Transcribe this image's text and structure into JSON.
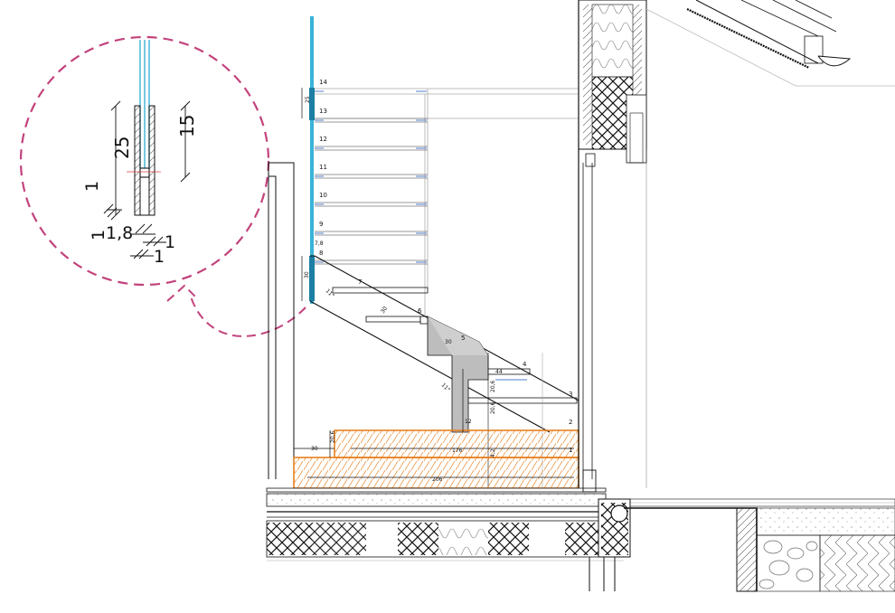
{
  "colors": {
    "line": "#111111",
    "thin": "#9a9a9a",
    "glass": "#39b3d7",
    "glass_dark": "#1c7ea3",
    "blue_dim": "#4f7fcf",
    "callout": "#c2437c",
    "wood": "#e8801f",
    "concrete": "#bdbdbd",
    "red_dim": "#d94040"
  },
  "detail": {
    "label_25": "25",
    "label_15": "15",
    "label_1_top": "1",
    "label_1_left": "1",
    "label_18": "1,8",
    "label_1_right": "1",
    "label_1_bottom": "1"
  },
  "stair": {
    "step_numbers": [
      "14",
      "13",
      "12",
      "11",
      "10",
      "9",
      "8",
      "7",
      "6",
      "5",
      "4",
      "3",
      "2",
      "1"
    ],
    "dim_25": "25",
    "dim_30_left": "30",
    "dim_7_8": "7,8",
    "dim_30_tread": "30",
    "dim_30_mid": "30",
    "dim_44": "44",
    "dim_12": "12",
    "dim_20_6_a": "20,6",
    "dim_20_6_b": "20,6",
    "dim_20_6_c": "20,6",
    "dim_4_2": "4,2",
    "dim_30_base": "30",
    "dim_176": "176",
    "dim_206": "206",
    "angle_1": "11°",
    "angle_2": "11°"
  },
  "icons": [
    "callout-circle-icon",
    "callout-arrow-icon",
    "hatch-pattern-icon"
  ]
}
